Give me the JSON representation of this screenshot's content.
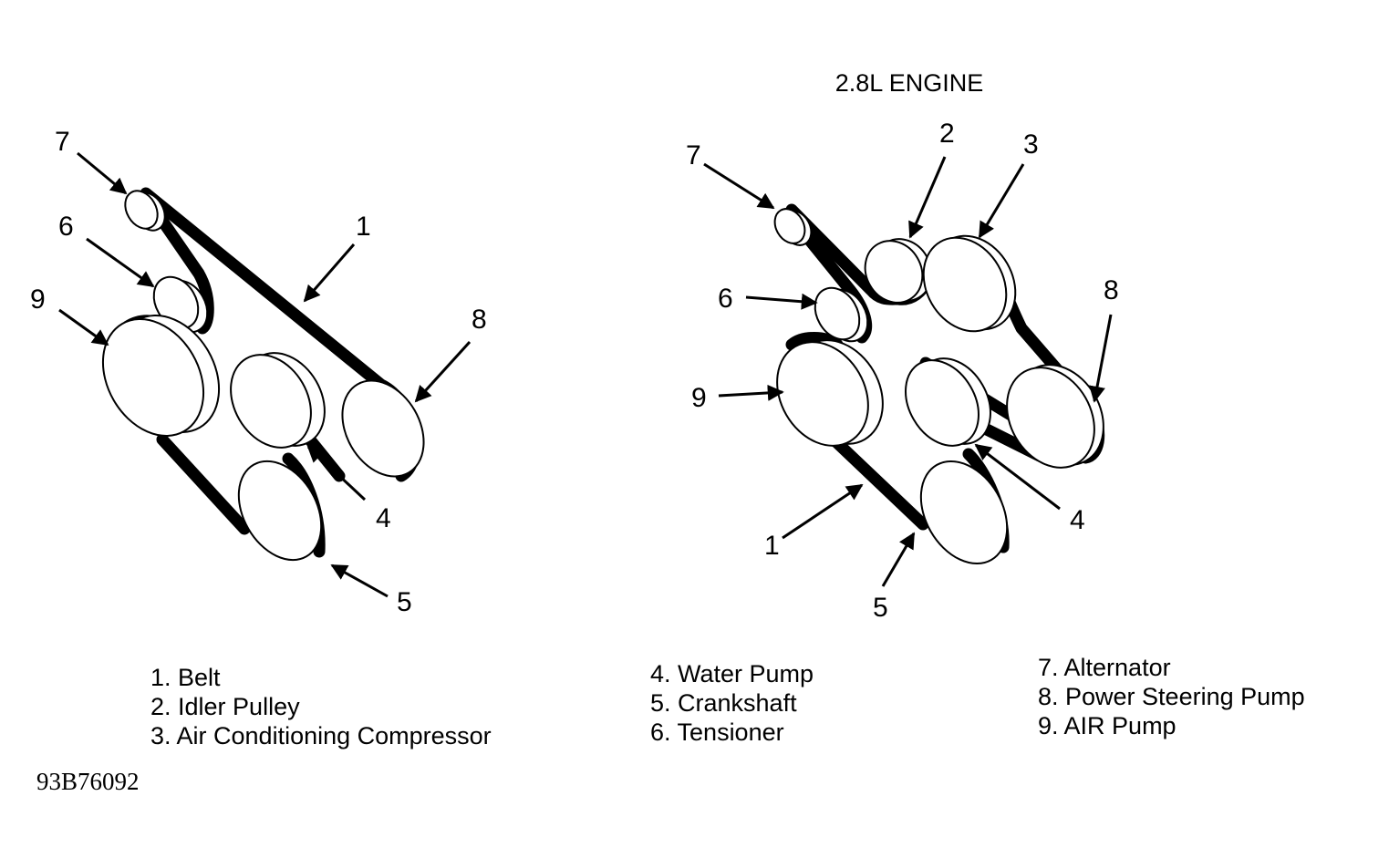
{
  "title": "2.8L ENGINE",
  "figure_code": "93B76092",
  "callouts": {
    "left": [
      "7",
      "6",
      "9",
      "1",
      "8",
      "4",
      "5"
    ],
    "right": [
      "2",
      "3",
      "7",
      "6",
      "8",
      "9",
      "4",
      "1",
      "5"
    ]
  },
  "legend": [
    [
      "1. Belt",
      "2. Idler Pulley",
      "3. Air Conditioning Compressor"
    ],
    [
      "4. Water Pump",
      "5. Crankshaft",
      "6. Tensioner"
    ],
    [
      "7. Alternator",
      "8. Power Steering Pump",
      "9. AIR Pump"
    ]
  ],
  "colors": {
    "ink": "#000000",
    "paper": "#ffffff"
  }
}
